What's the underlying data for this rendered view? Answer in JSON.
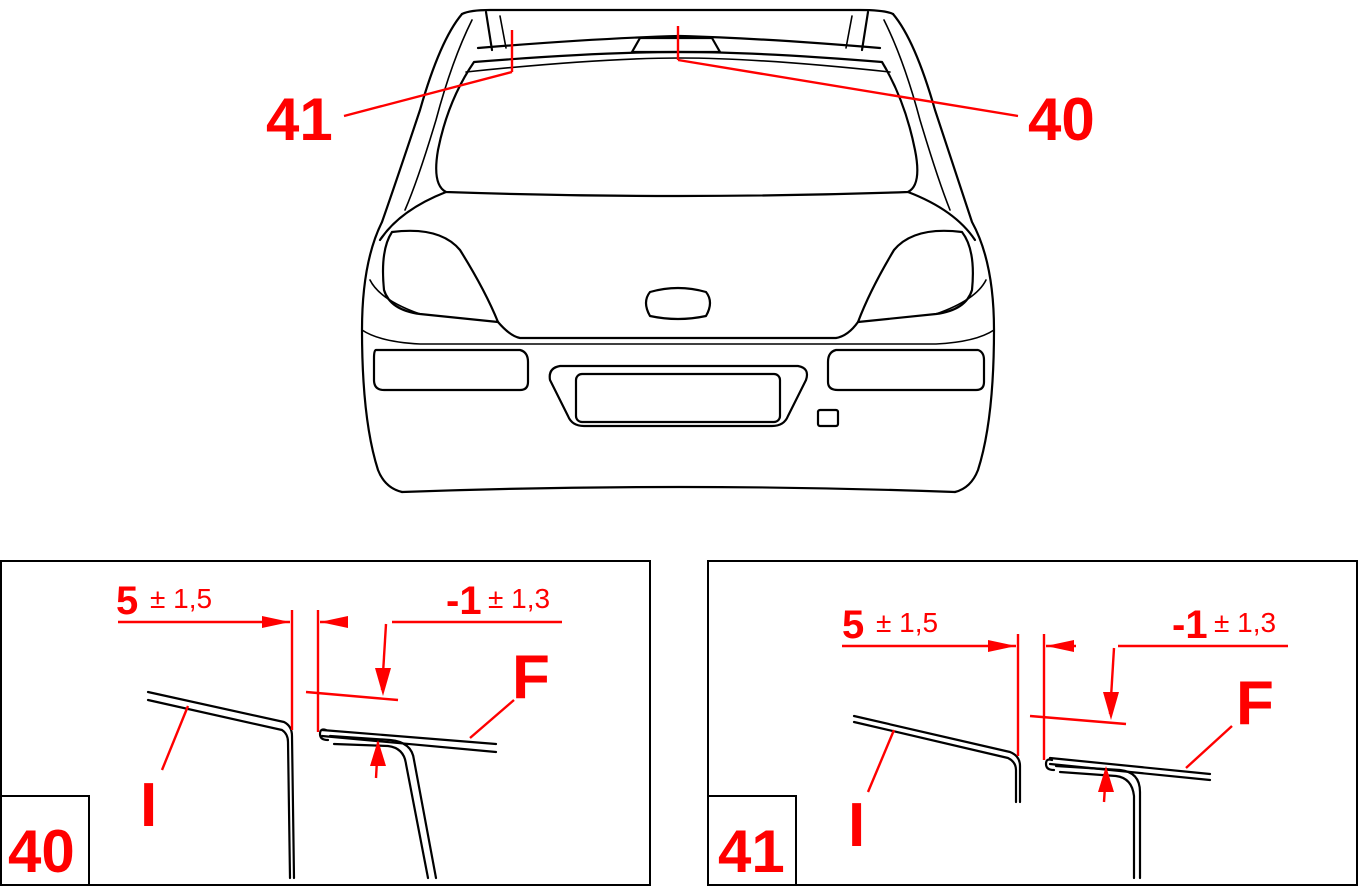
{
  "overview": {
    "callout_left": "41",
    "callout_right": "40"
  },
  "detail_40": {
    "view_number": "40",
    "gap_value": "5",
    "gap_tolerance": "± 1,5",
    "flush_value": "-1",
    "flush_tolerance": "± 1,3",
    "part_left": "I",
    "part_right": "F"
  },
  "detail_41": {
    "view_number": "41",
    "gap_value": "5",
    "gap_tolerance": "± 1,5",
    "flush_value": "-1",
    "flush_tolerance": "± 1,3",
    "part_left": "I",
    "part_right": "F"
  },
  "colors": {
    "annotation": "#ff0000",
    "drawing": "#000000"
  }
}
